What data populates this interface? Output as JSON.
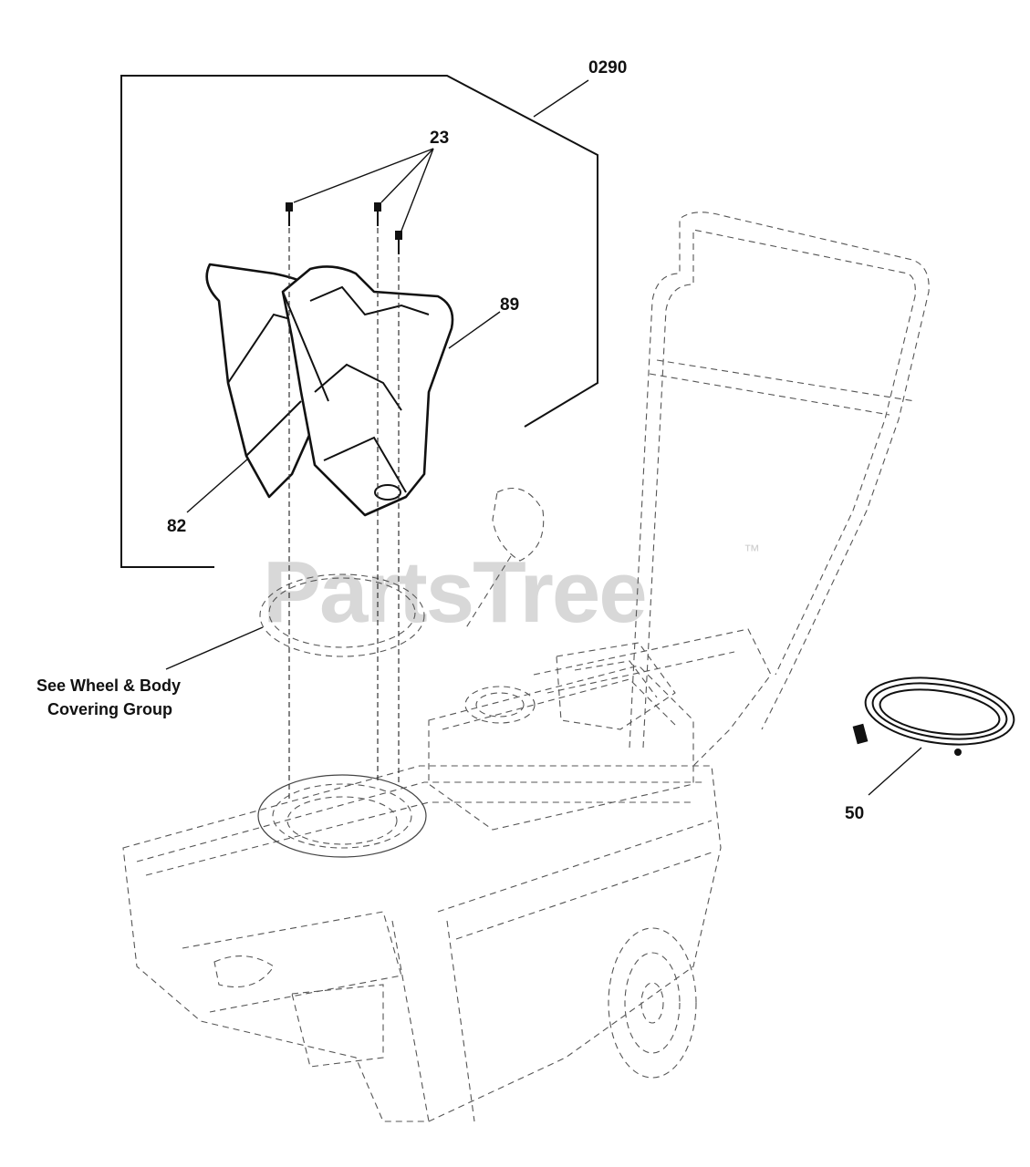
{
  "callouts": {
    "kit": "0290",
    "screws": "23",
    "chute_upper": "89",
    "chute_lower": "82",
    "cable": "50"
  },
  "note": {
    "line1": "See Wheel & Body",
    "line2": "Covering Group"
  },
  "watermark": {
    "brand": "PartsTree",
    "trademark": "™"
  }
}
